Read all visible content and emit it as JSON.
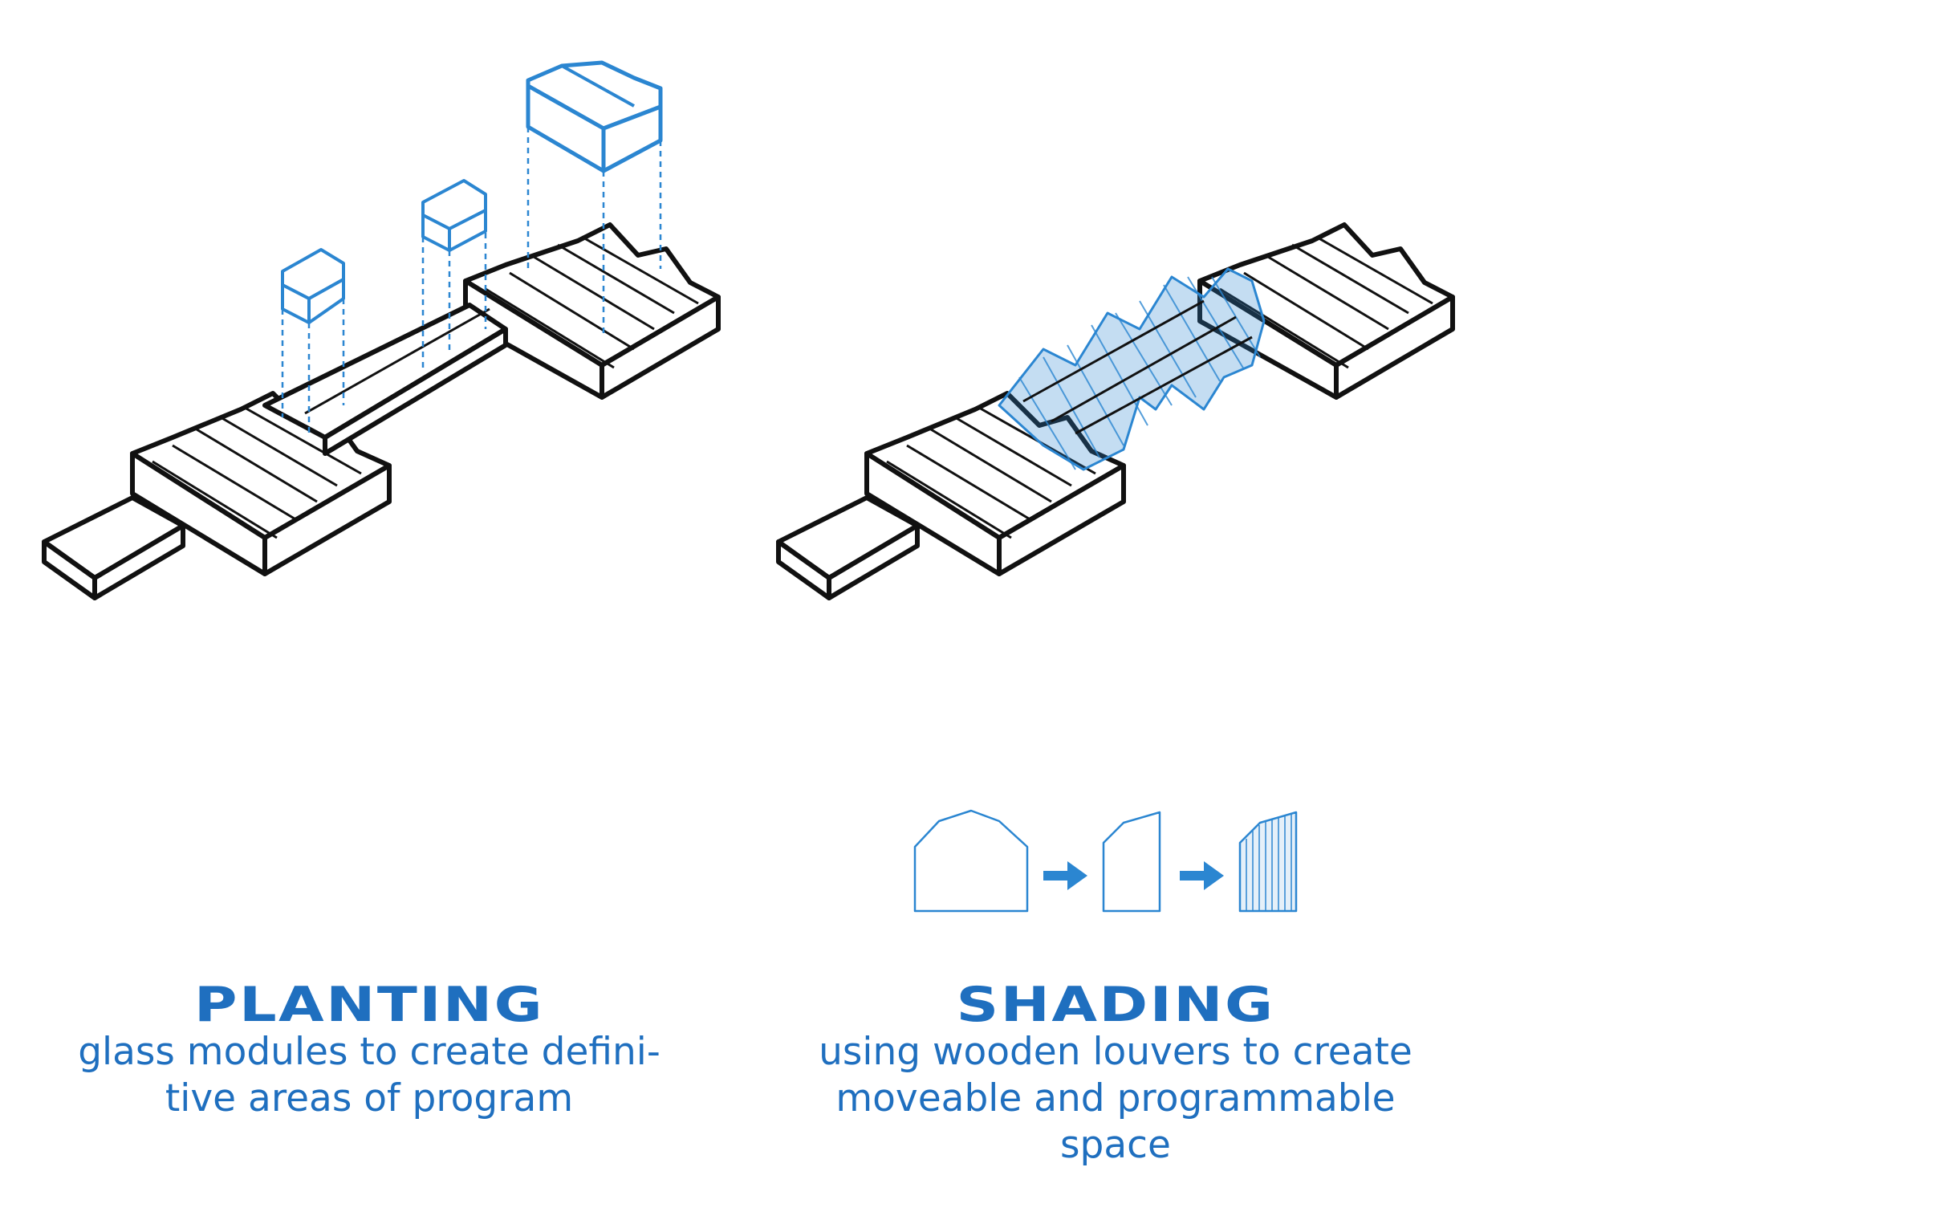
{
  "colors": {
    "accent": "#1f6fbf",
    "diagram_blue": "#2b86d1",
    "outline": "#111111"
  },
  "panels": [
    {
      "title": "PLANTING",
      "description_lines": [
        "glass modules to create defini-",
        "tive areas of program"
      ],
      "illustration": "isometric building with glass module boxes above a central walkway"
    },
    {
      "title": "SHADING",
      "description_lines": [
        "using wooden louvers to create",
        "moveable and programmable",
        "space"
      ],
      "illustration": "isometric building with blue louvered shading canopy",
      "process_steps": [
        "arch-outline",
        "cut-arch-outline",
        "louvered-panel"
      ]
    }
  ]
}
